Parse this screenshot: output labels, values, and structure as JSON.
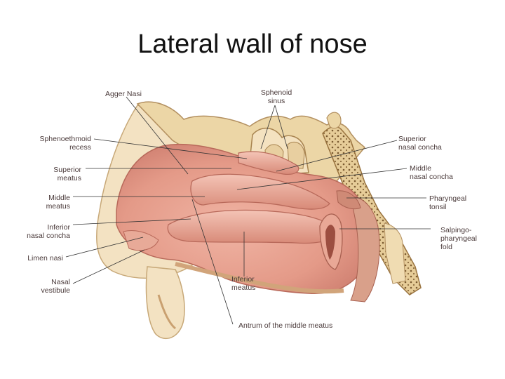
{
  "slide": {
    "title": "Lateral wall of nose"
  },
  "labels": {
    "agger_nasi": [
      "Agger Nasi"
    ],
    "sphenoid_sinus": [
      "Sphenoid",
      "sinus"
    ],
    "sphenoethmoid_recess": [
      "Sphenoethmoid",
      "recess"
    ],
    "superior_meatus": [
      "Superior",
      "meatus"
    ],
    "middle_meatus": [
      "Middle",
      "meatus"
    ],
    "inferior_nasal_concha": [
      "Inferior",
      "nasal concha"
    ],
    "limen_nasi": [
      "Limen nasi"
    ],
    "nasal_vestibule": [
      "Nasal",
      "vestibule"
    ],
    "superior_nasal_concha": [
      "Superior",
      "nasal concha"
    ],
    "middle_nasal_concha": [
      "Middle",
      "nasal concha"
    ],
    "pharyngeal_tonsil": [
      "Pharyngeal",
      "tonsil"
    ],
    "salpingopharyngeal_fold": [
      "Salpingo-",
      "pharyngeal",
      "fold"
    ],
    "inferior_meatus": [
      "Inferior",
      "meatus"
    ],
    "antrum_middle_meatus": [
      "Antrum of the middle meatus"
    ]
  },
  "colors": {
    "mucosa": "#e2998a",
    "mucosa_dark": "#c9786a",
    "mucosa_light": "#f0bcae",
    "bone": "#e8d2a6",
    "bone_dark": "#b39060",
    "leader": "#333333"
  }
}
